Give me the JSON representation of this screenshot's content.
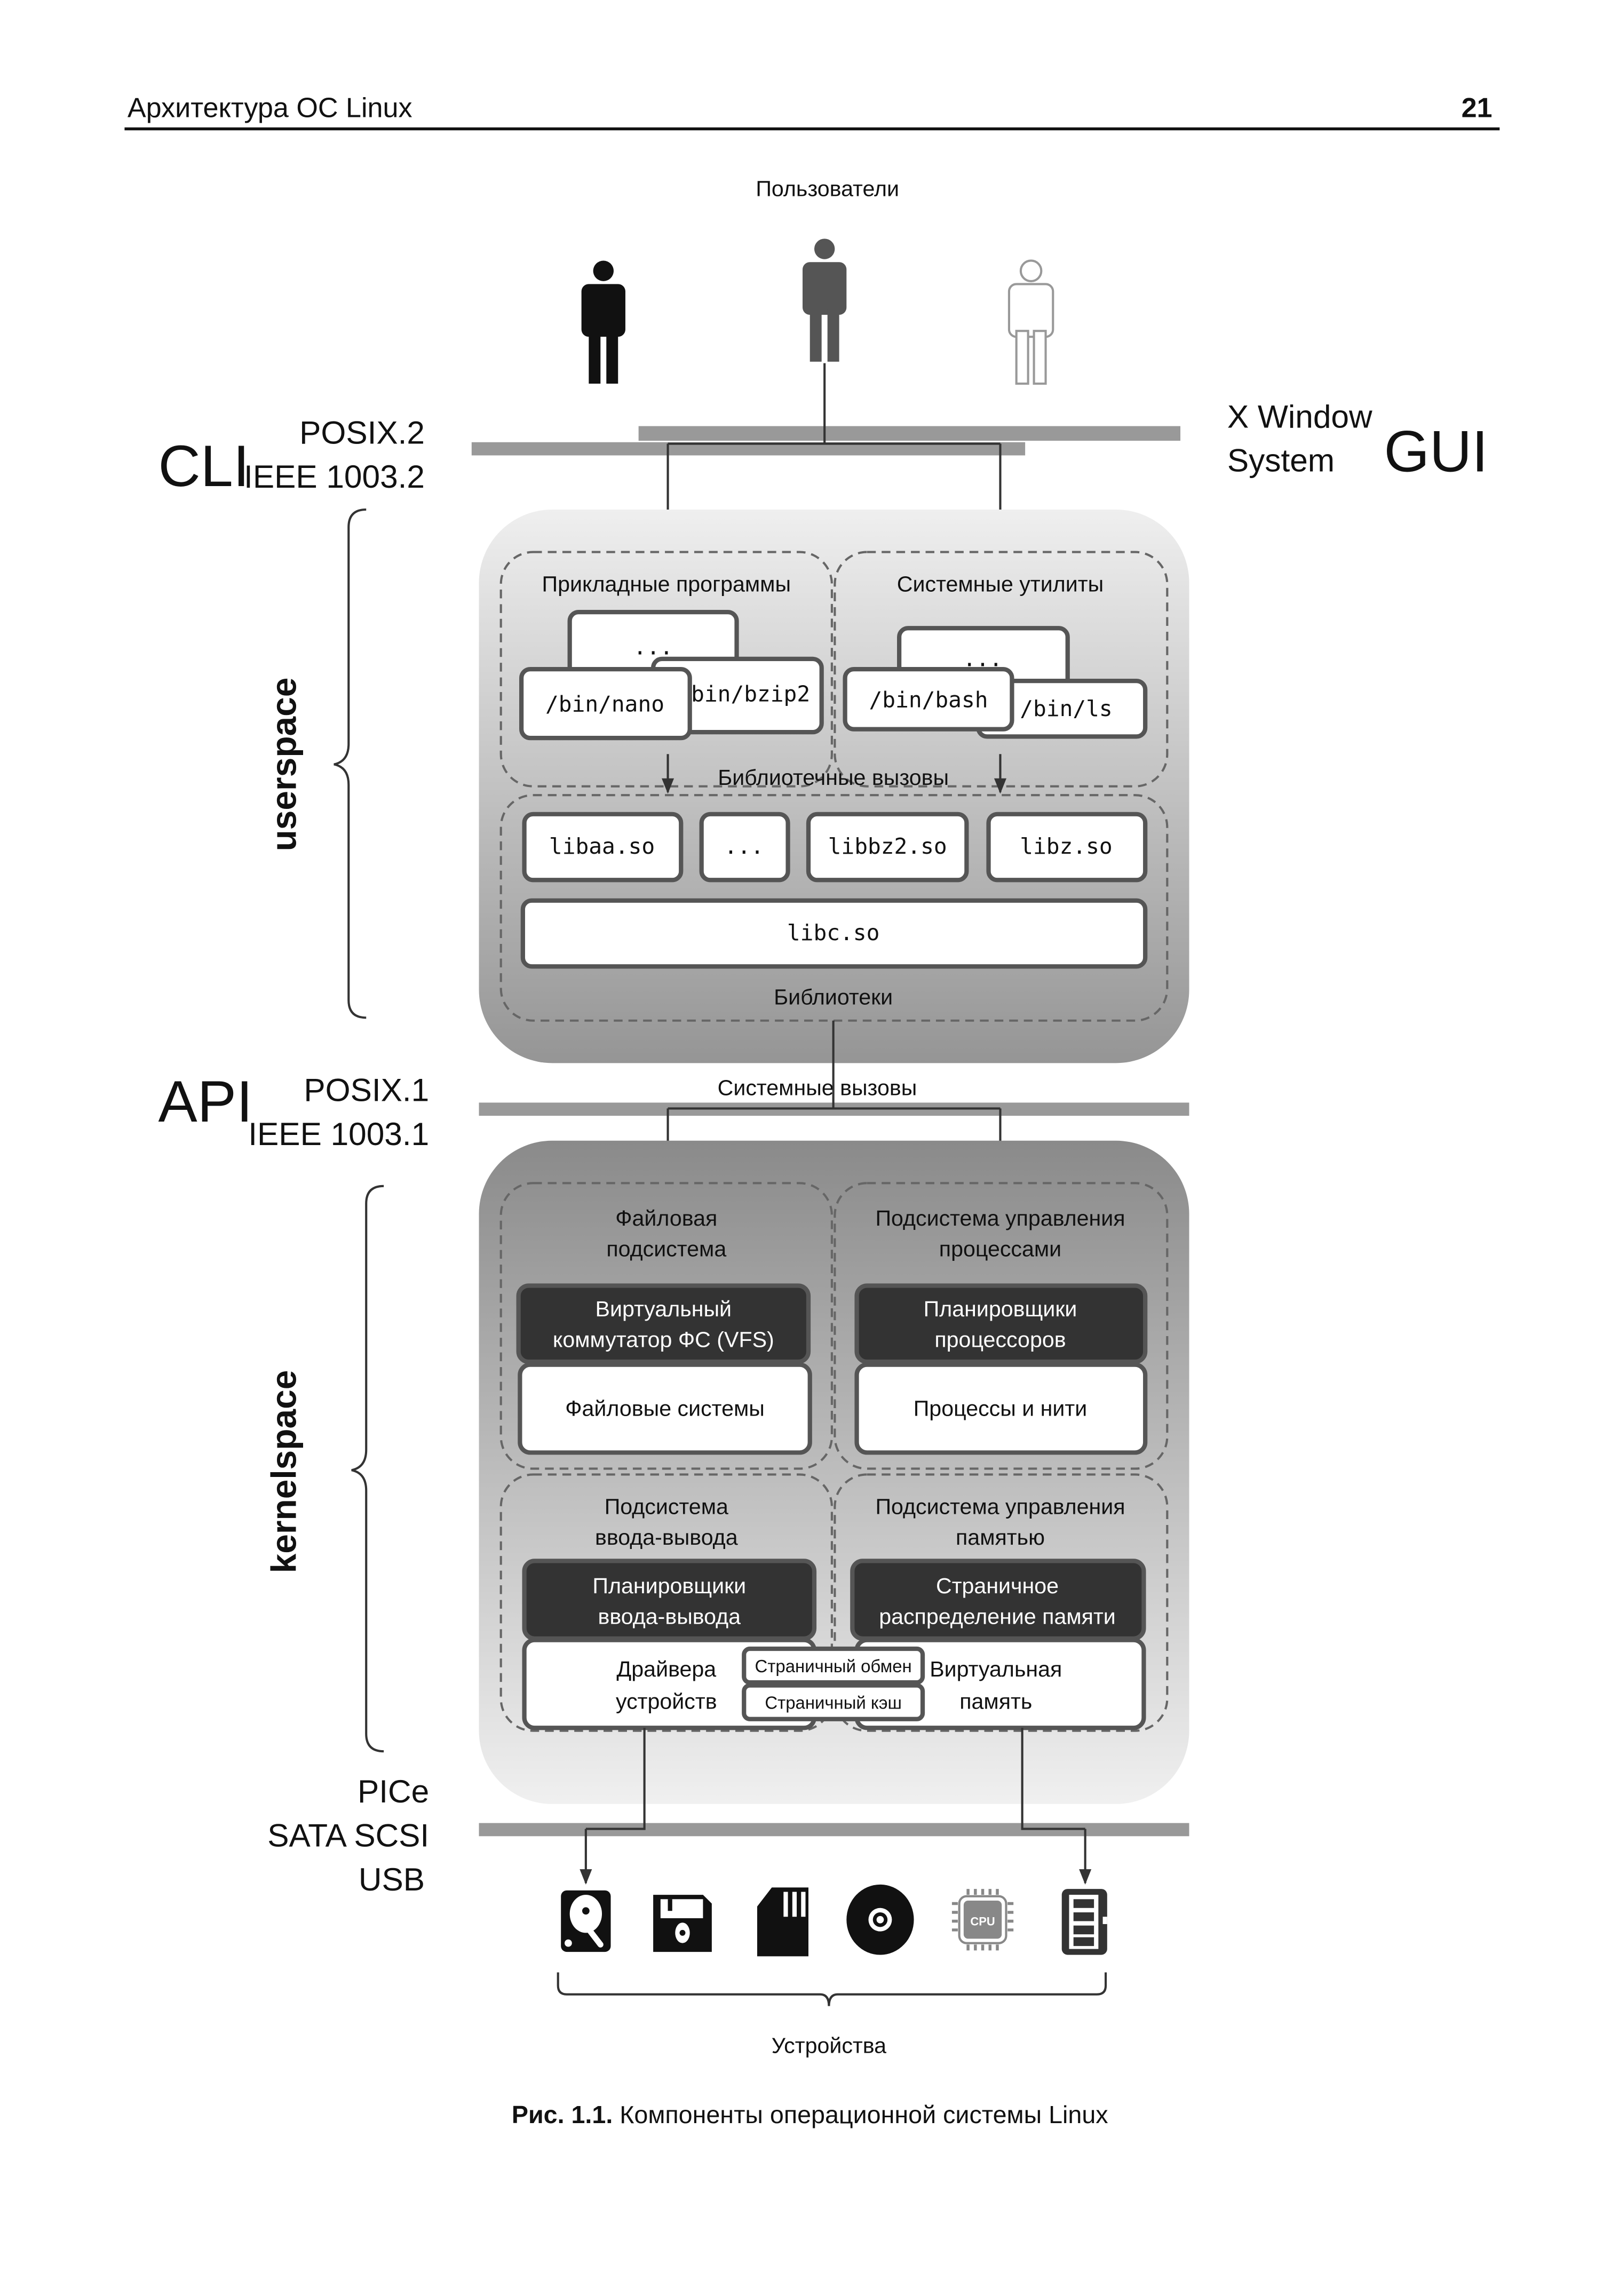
{
  "header": {
    "title": "Архитектура ОС Linux",
    "page_number": "21"
  },
  "users": {
    "label": "Пользователи",
    "icons": [
      "person-icon-black",
      "person-icon-gray",
      "person-icon-outline"
    ]
  },
  "cli": {
    "label": "CLI",
    "std1": "POSIX.2",
    "std2": "IEEE 1003.2"
  },
  "gui": {
    "label": "GUI",
    "line1": "X Window",
    "line2": "System"
  },
  "api": {
    "label": "API",
    "std1": "POSIX.1",
    "std2": "IEEE 1003.1",
    "calls": "Системные вызовы"
  },
  "userspace": {
    "label": "userspace",
    "apps": {
      "title": "Прикладные программы",
      "items": [
        "...",
        "/bin/bzip2",
        "/bin/nano"
      ]
    },
    "utils": {
      "title": "Системные утилиты",
      "items": [
        "...",
        "/bin/ls",
        "/bin/bash"
      ]
    },
    "lib_calls": "Библиотечные вызовы",
    "libs": {
      "title": "Библиотеки",
      "items": [
        "libaa.so",
        "...",
        "libbz2.so",
        "libz.so"
      ],
      "libc": "libc.so"
    }
  },
  "kernelspace": {
    "label": "kernelspace",
    "fs": {
      "title1": "Файловая",
      "title2": "подсистема",
      "dark1": "Виртуальный",
      "dark2": "коммутатор ФС (VFS)",
      "white": "Файловые системы"
    },
    "proc": {
      "title1": "Подсистема управления",
      "title2": "процессами",
      "dark1": "Планировщики",
      "dark2": "процессоров",
      "white": "Процессы и нити"
    },
    "io": {
      "title1": "Подсистема",
      "title2": "ввода-вывода",
      "dark1": "Планировщики",
      "dark2": "ввода-вывода",
      "white1": "Драйвера",
      "white2": "устройств"
    },
    "mem": {
      "title1": "Подсистема управления",
      "title2": "памятью",
      "dark1": "Страничное",
      "dark2": "распределение памяти",
      "white1": "Виртуальная",
      "white2": "память"
    },
    "swap": "Страничный обмен",
    "cache": "Страничный кэш"
  },
  "buses": {
    "l1": "PICe",
    "l2": "SATA SCSI",
    "l3": "USB"
  },
  "devices": {
    "label": "Устройства",
    "icons": [
      "hard-disk-icon",
      "floppy-disk-icon",
      "sd-card-icon",
      "optical-disc-icon",
      "cpu-icon",
      "memory-module-icon"
    ],
    "cpu_text": "CPU"
  },
  "caption": {
    "prefix": "Рис. 1.1.",
    "text": " Компоненты операционной системы Linux"
  }
}
